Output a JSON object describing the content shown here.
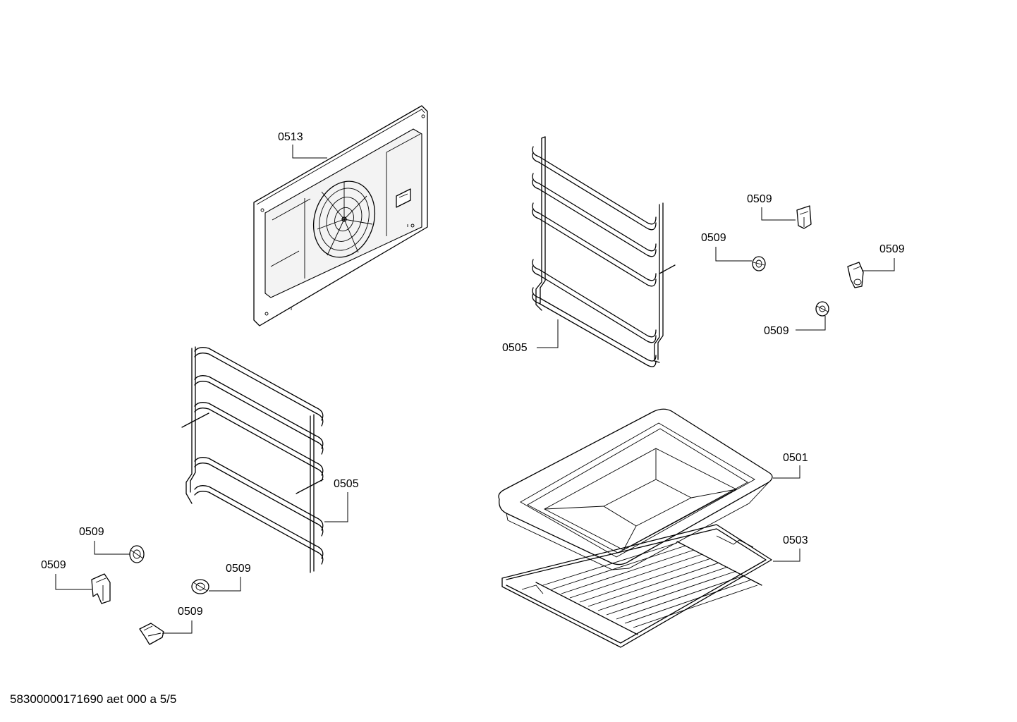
{
  "callouts": {
    "back_panel": "0513",
    "rack_upper_right": "0505",
    "rack_lower_left": "0505",
    "baking_tray": "0501",
    "wire_grid": "0503",
    "clip_upper": "0509",
    "nut_upper_left": "0509",
    "clip_right": "0509",
    "nut_lower_right": "0509",
    "nut_left": "0509",
    "clip_left": "0509",
    "nut_center": "0509",
    "clip_bottom": "0509"
  },
  "footer": {
    "document_id": "58300000171690 aet 000 a 5/5"
  }
}
